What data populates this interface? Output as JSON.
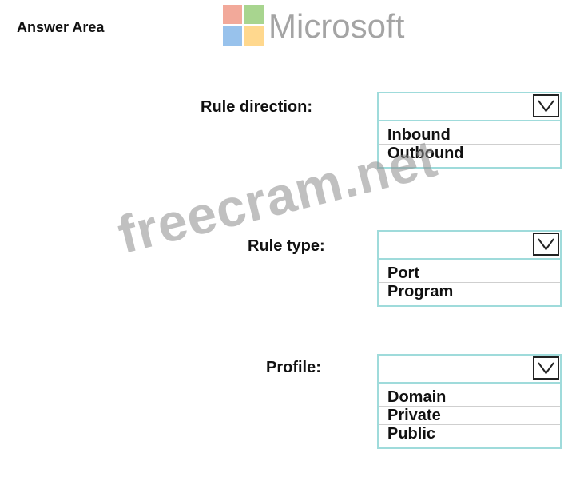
{
  "header": {
    "answer_area": "Answer Area",
    "logo_text": "Microsoft"
  },
  "watermark": "freecram.net",
  "fields": [
    {
      "label": "Rule direction:",
      "options": [
        "Inbound",
        "Outbound"
      ]
    },
    {
      "label": "Rule type:",
      "options": [
        "Port",
        "Program"
      ]
    },
    {
      "label": "Profile:",
      "options": [
        "Domain",
        "Private",
        "Public"
      ]
    }
  ],
  "colors": {
    "dropdown_border": "#9fdbdb",
    "watermark": "#8c8c8c"
  },
  "icons": {
    "dropdown_toggle": "chevron-down-icon"
  }
}
